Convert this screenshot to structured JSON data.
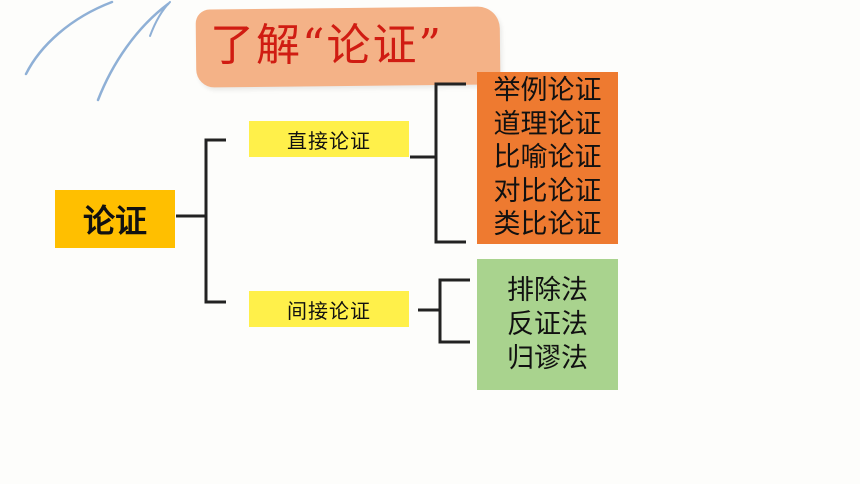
{
  "title": "了解“论证”",
  "root": {
    "label": "论证"
  },
  "branches": [
    {
      "label": "直接论证",
      "color": "#fff04a",
      "items": [
        "举例论证",
        "道理论证",
        "比喻论证",
        "对比论证",
        "类比论证"
      ],
      "items_color": "#ee7a30"
    },
    {
      "label": "间接论证",
      "color": "#fff04a",
      "items": [
        "排除法",
        "反证法",
        "归谬法"
      ],
      "items_color": "#a9d38e"
    }
  ],
  "colors": {
    "title_text": "#d01c12",
    "title_banner": "#f4b287",
    "root_box": "#ffbf00",
    "decor_stroke": "#8fb0d6"
  }
}
